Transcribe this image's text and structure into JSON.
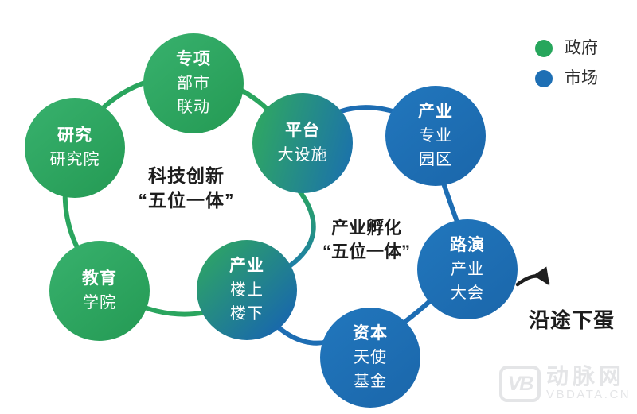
{
  "palette": {
    "government_green": "#27a65c",
    "market_blue": "#1e6fb4",
    "arrow_black": "#1f1f1f",
    "watermark_gray": "#e4e5e7"
  },
  "legend": {
    "items": [
      {
        "id": "government",
        "label": "政府"
      },
      {
        "id": "market",
        "label": "市场"
      }
    ]
  },
  "cluster_labels": {
    "tech": {
      "line1": "科技创新",
      "line2": "“五位一体”"
    },
    "industry": {
      "line1": "产业孵化",
      "line2": "“五位一体”"
    }
  },
  "nodes": {
    "special": {
      "lines": [
        "专项",
        "部市",
        "联动"
      ]
    },
    "research": {
      "lines": [
        "研究",
        "研究院"
      ]
    },
    "platform": {
      "lines": [
        "平台",
        "大设施"
      ]
    },
    "park": {
      "lines": [
        "产业",
        "专业",
        "园区"
      ]
    },
    "education": {
      "lines": [
        "教育",
        "学院"
      ]
    },
    "floors": {
      "lines": [
        "产业",
        "楼上",
        "楼下"
      ]
    },
    "roadshow": {
      "lines": [
        "路演",
        "产业",
        "大会"
      ]
    },
    "capital": {
      "lines": [
        "资本",
        "天使",
        "基金"
      ]
    }
  },
  "annotation": {
    "label": "沿途下蛋"
  },
  "watermark": {
    "logo_text": "VB",
    "brand": "动脉网",
    "site": "VBDATA.CN"
  }
}
